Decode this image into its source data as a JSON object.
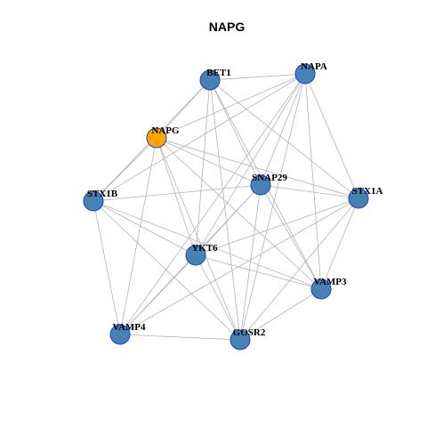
{
  "title": "NAPG",
  "colors": {
    "node_fill": "#4682b4",
    "node_border": "#1f3fbf",
    "focus_fill": "#ffa500",
    "edge": "#b3b3b3"
  },
  "nodes": [
    {
      "id": "BET1",
      "label": "BET1",
      "focus": false
    },
    {
      "id": "NAPA",
      "label": "NAPA",
      "focus": false
    },
    {
      "id": "NAPG",
      "label": "NAPG",
      "focus": true
    },
    {
      "id": "SNAP29",
      "label": "SNAP29",
      "focus": false
    },
    {
      "id": "STX1B",
      "label": "STX1B",
      "focus": false
    },
    {
      "id": "STX1A",
      "label": "STX1A",
      "focus": false
    },
    {
      "id": "YKT6",
      "label": "YKT6",
      "focus": false
    },
    {
      "id": "VAMP3",
      "label": "VAMP3",
      "focus": false
    },
    {
      "id": "VAMP4",
      "label": "VAMP4",
      "focus": false
    },
    {
      "id": "GOSR2",
      "label": "GOSR2",
      "focus": false
    }
  ],
  "edges": [
    [
      "BET1",
      "NAPA"
    ],
    [
      "BET1",
      "NAPG"
    ],
    [
      "BET1",
      "STX1B"
    ],
    [
      "BET1",
      "SNAP29"
    ],
    [
      "BET1",
      "STX1A"
    ],
    [
      "BET1",
      "YKT6"
    ],
    [
      "BET1",
      "VAMP3"
    ],
    [
      "BET1",
      "GOSR2"
    ],
    [
      "NAPA",
      "NAPG"
    ],
    [
      "NAPA",
      "STX1B"
    ],
    [
      "NAPA",
      "SNAP29"
    ],
    [
      "NAPA",
      "STX1A"
    ],
    [
      "NAPA",
      "YKT6"
    ],
    [
      "NAPA",
      "VAMP3"
    ],
    [
      "NAPA",
      "VAMP4"
    ],
    [
      "NAPA",
      "GOSR2"
    ],
    [
      "NAPG",
      "STX1B"
    ],
    [
      "NAPG",
      "SNAP29"
    ],
    [
      "NAPG",
      "YKT6"
    ],
    [
      "NAPG",
      "VAMP4"
    ],
    [
      "NAPG",
      "GOSR2"
    ],
    [
      "NAPG",
      "STX1A"
    ],
    [
      "NAPG",
      "VAMP3"
    ],
    [
      "SNAP29",
      "STX1B"
    ],
    [
      "SNAP29",
      "STX1A"
    ],
    [
      "SNAP29",
      "YKT6"
    ],
    [
      "SNAP29",
      "VAMP3"
    ],
    [
      "SNAP29",
      "VAMP4"
    ],
    [
      "SNAP29",
      "GOSR2"
    ],
    [
      "STX1B",
      "YKT6"
    ],
    [
      "STX1B",
      "VAMP4"
    ],
    [
      "STX1B",
      "GOSR2"
    ],
    [
      "STX1B",
      "VAMP3"
    ],
    [
      "STX1A",
      "YKT6"
    ],
    [
      "STX1A",
      "VAMP3"
    ],
    [
      "STX1A",
      "VAMP4"
    ],
    [
      "STX1A",
      "GOSR2"
    ],
    [
      "YKT6",
      "VAMP3"
    ],
    [
      "YKT6",
      "VAMP4"
    ],
    [
      "YKT6",
      "GOSR2"
    ],
    [
      "VAMP3",
      "GOSR2"
    ],
    [
      "VAMP4",
      "GOSR2"
    ]
  ]
}
